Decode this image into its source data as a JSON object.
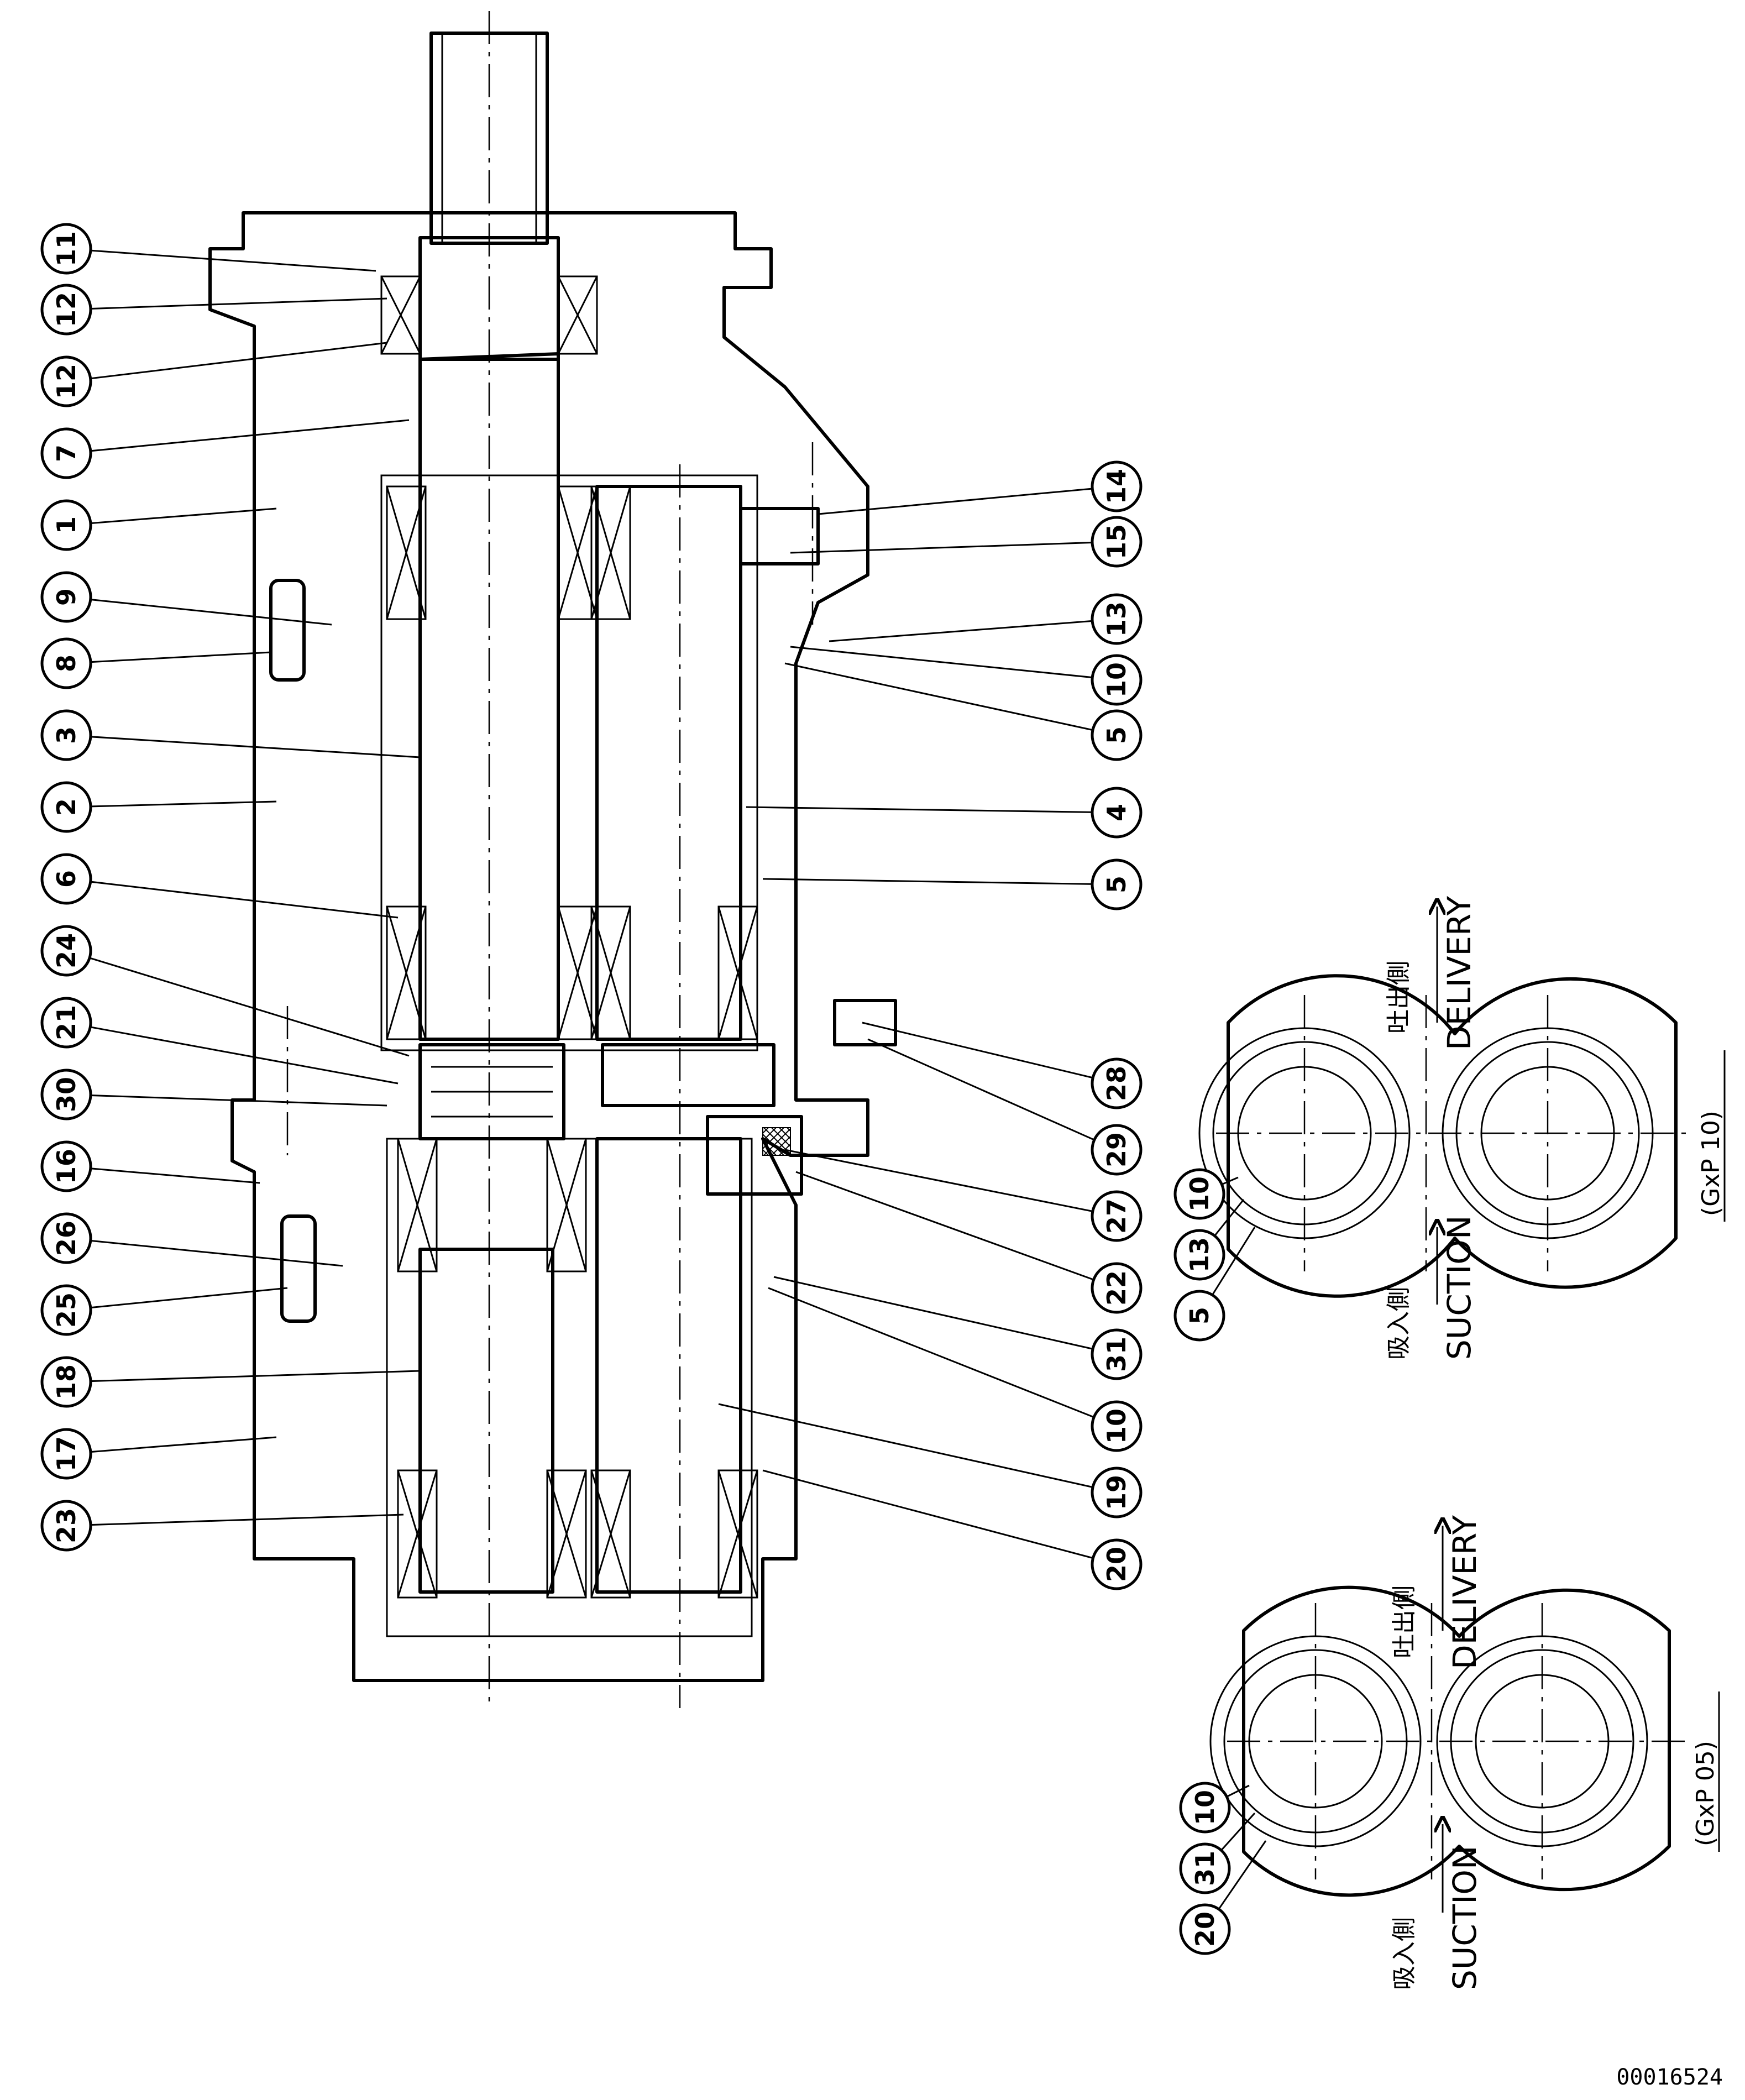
{
  "document_number": "00016524",
  "balloons_left": [
    "11",
    "12",
    "12",
    "7",
    "1",
    "9",
    "8",
    "3",
    "2",
    "6",
    "24",
    "21",
    "30",
    "16",
    "26",
    "25",
    "18",
    "17",
    "23"
  ],
  "balloons_right": [
    "14",
    "15",
    "13",
    "10",
    "5",
    "4",
    "5",
    "28",
    "29",
    "27",
    "22",
    "31",
    "10",
    "19",
    "20"
  ],
  "section_gxp10": {
    "caption": "(GxP 10)",
    "delivery_jp": "吐出側",
    "delivery": "DELIVERY",
    "suction_jp": "吸入側",
    "suction": "SUCTION",
    "balloons": [
      "5",
      "13",
      "10"
    ]
  },
  "section_gxp05": {
    "caption": "(GxP 05)",
    "delivery_jp": "吐出側",
    "delivery": "DELIVERY",
    "suction_jp": "吸入側",
    "suction": "SUCTION",
    "balloons": [
      "20",
      "31",
      "10"
    ]
  }
}
